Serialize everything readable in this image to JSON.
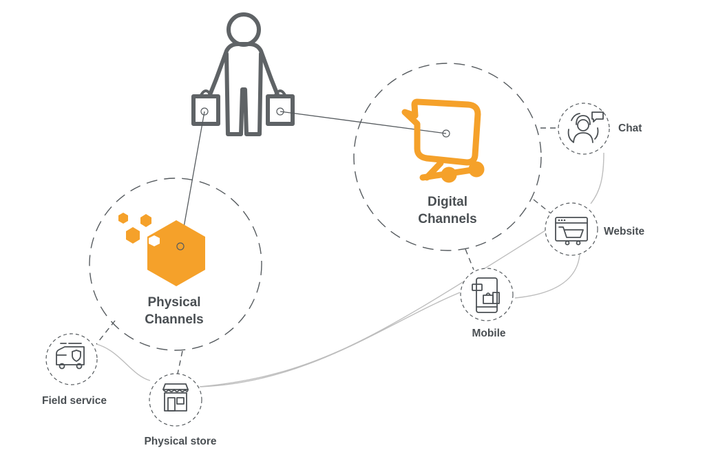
{
  "labels": {
    "digital_line1": "Digital",
    "digital_line2": "Channels",
    "physical_line1": "Physical",
    "physical_line2": "Channels",
    "chat": "Chat",
    "website": "Website",
    "mobile": "Mobile",
    "field_service": "Field service",
    "physical_store": "Physical store"
  },
  "colors": {
    "accent": "#F5A12A",
    "icon": "#5F6366",
    "text": "#4A4F53",
    "connector": "#BDBDBD"
  },
  "icons": {
    "shopper": "shopper-with-bags-icon",
    "digital": "chat-monitor-icon",
    "physical": "hexagon-cluster-icon",
    "chat": "call-center-agent-icon",
    "website": "web-shopping-cart-icon",
    "mobile": "mobile-shopping-icon",
    "field_service": "service-van-icon",
    "physical_store": "storefront-icon"
  }
}
